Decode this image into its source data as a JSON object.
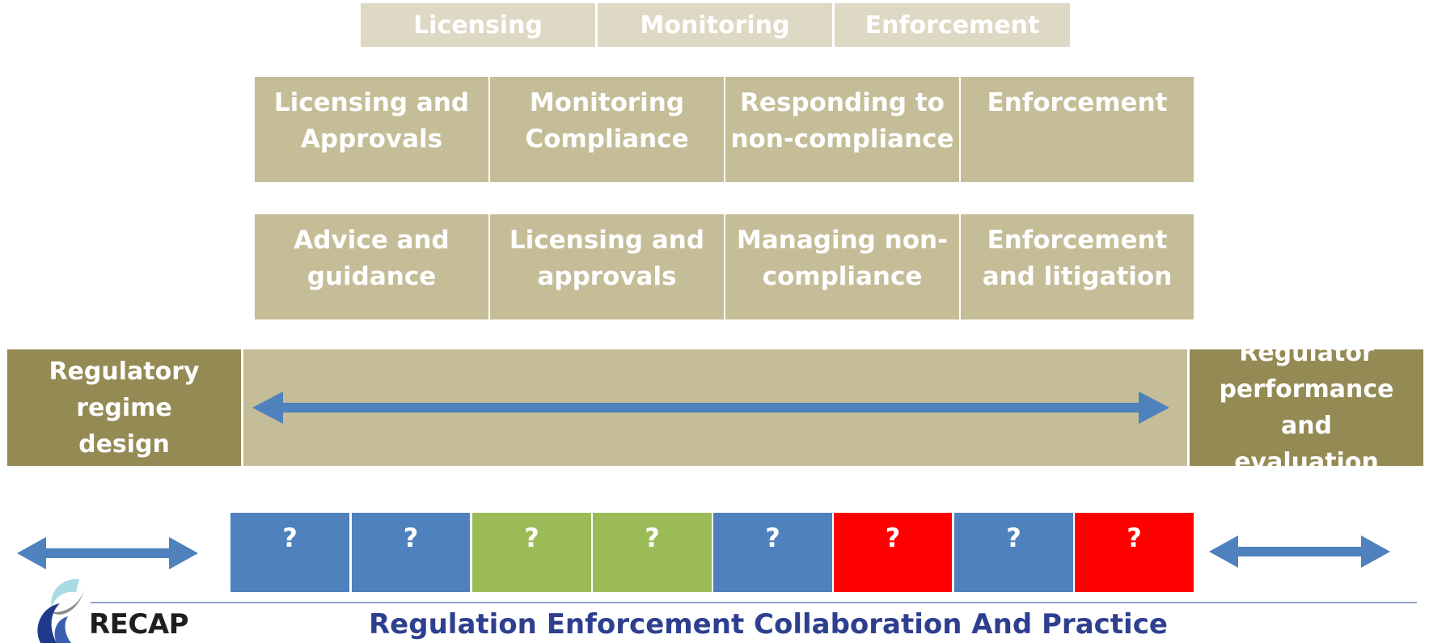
{
  "colors": {
    "light_header": "#ddd9c4",
    "tan": "#c4bd97",
    "olive": "#948a54",
    "blue": "#4f81bd",
    "green": "#9bbb59",
    "red": "#ff0000",
    "arrow": "#4f81bd",
    "footer_text": "#2e3f8f"
  },
  "row0": [
    "Licensing",
    "Monitoring",
    "Enforcement"
  ],
  "row1": [
    "Licensing and Approvals",
    "Monitoring Compliance",
    "Responding to non-compliance",
    "Enforcement"
  ],
  "row2": [
    "Advice and guidance",
    "Licensing and approvals",
    "Managing non-compliance",
    "Enforcement and litigation"
  ],
  "left_box": "Regulatory regime design",
  "right_box": "Regulator performance and evaluation",
  "question_boxes": [
    {
      "label": "?",
      "color": "blue"
    },
    {
      "label": "?",
      "color": "blue"
    },
    {
      "label": "?",
      "color": "green"
    },
    {
      "label": "?",
      "color": "green"
    },
    {
      "label": "?",
      "color": "blue"
    },
    {
      "label": "?",
      "color": "red"
    },
    {
      "label": "?",
      "color": "blue"
    },
    {
      "label": "?",
      "color": "red"
    }
  ],
  "footer": {
    "logo_text": "RECAP",
    "title": "Regulation Enforcement Collaboration And Practice"
  },
  "icons": [
    "recap-logo-icon",
    "double-arrow-icon"
  ]
}
